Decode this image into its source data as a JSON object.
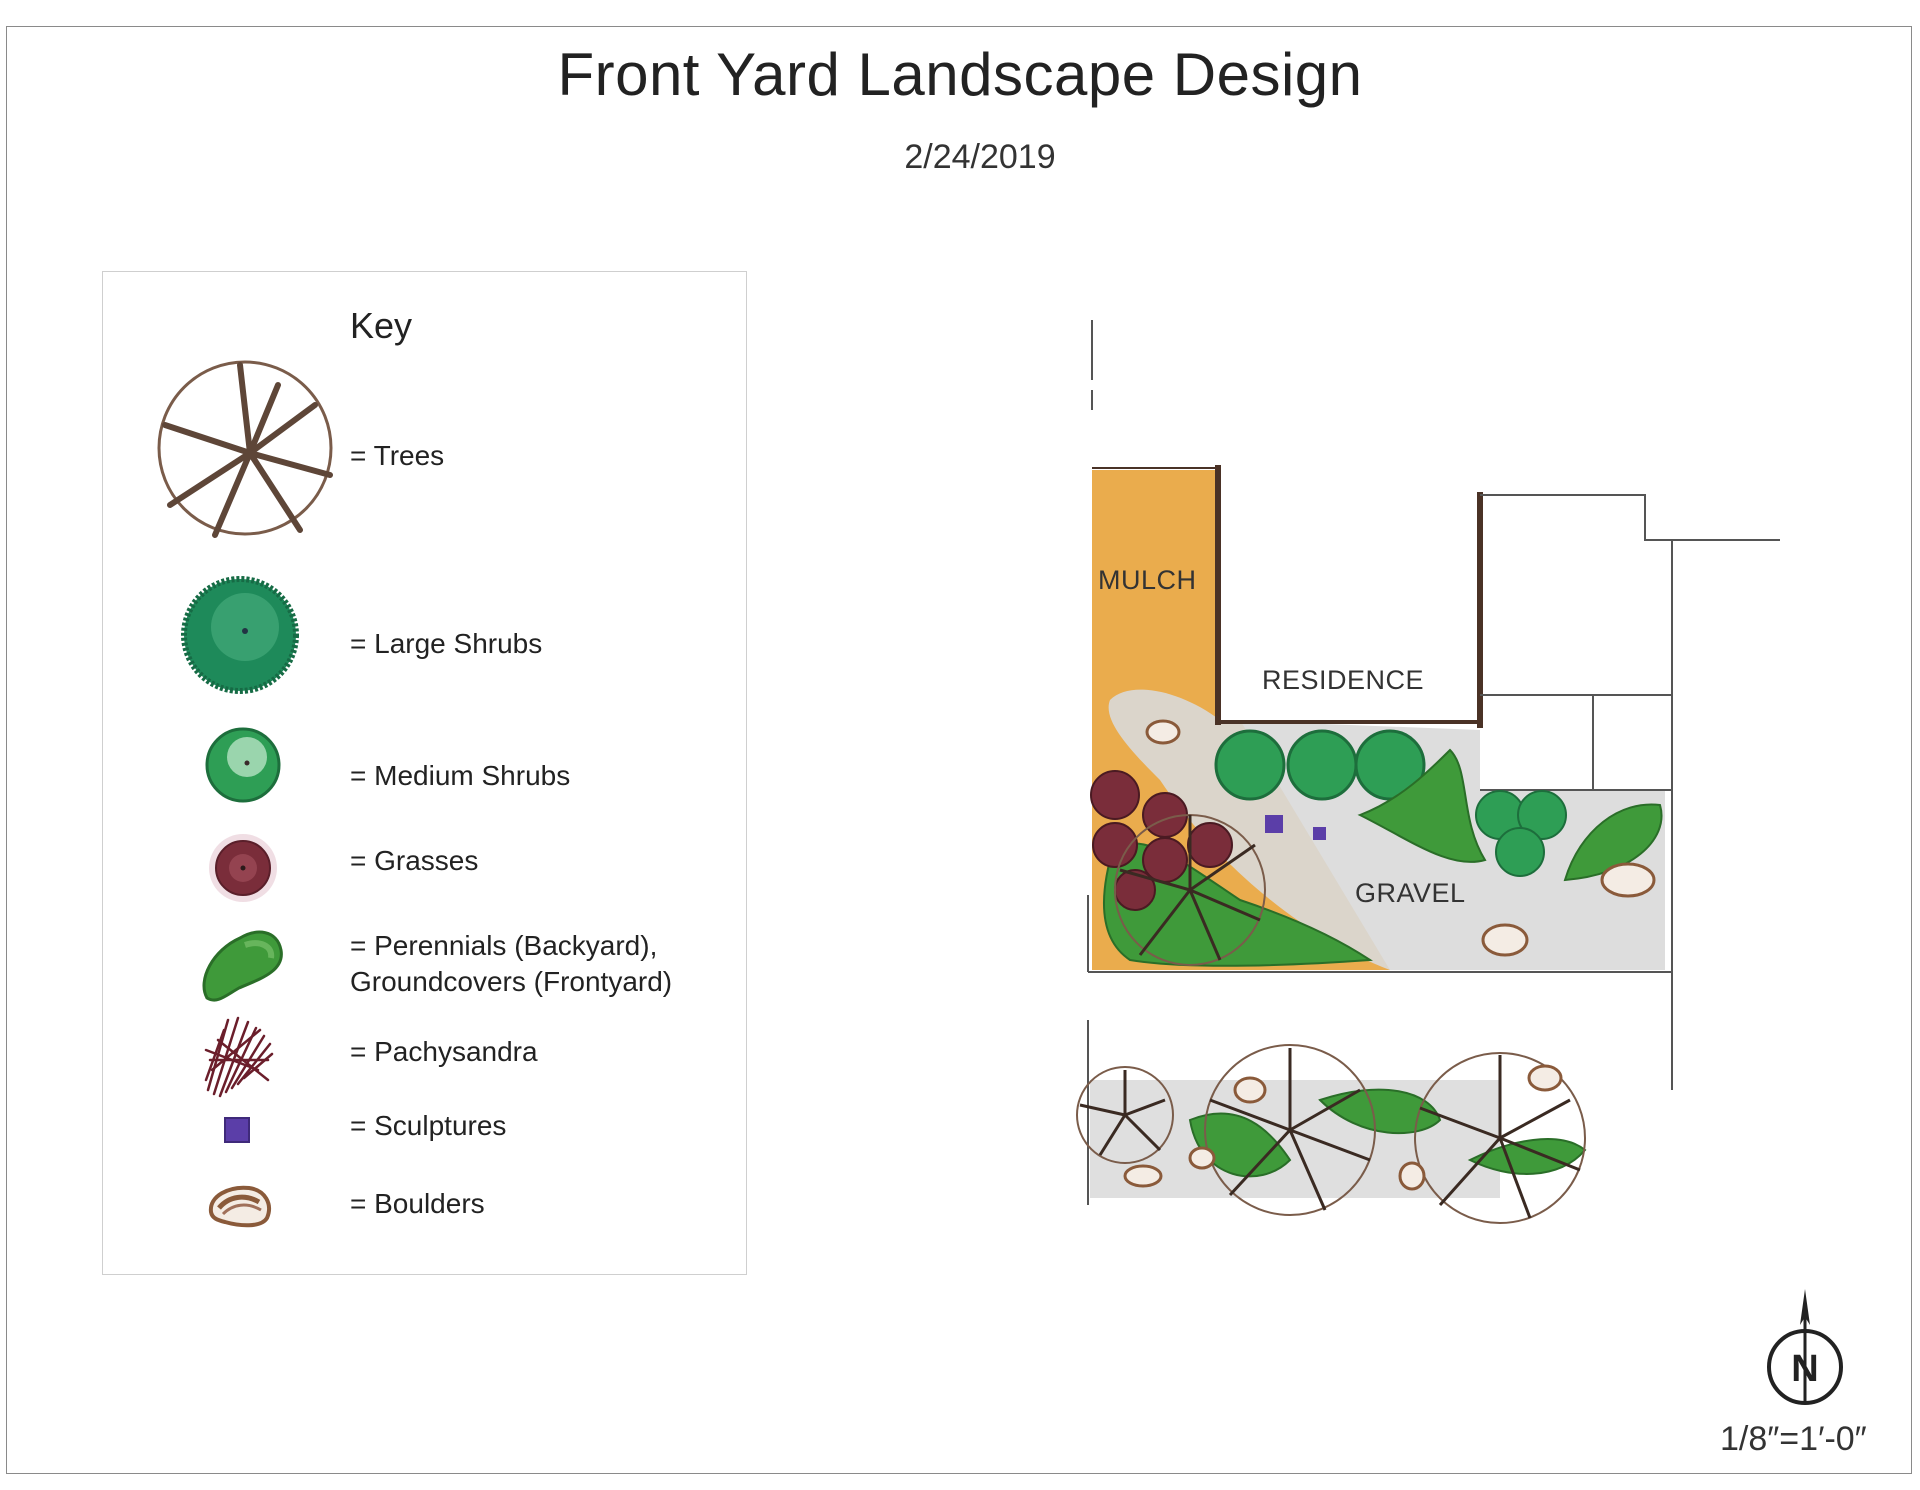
{
  "header": {
    "title": "Front Yard Landscape Design",
    "date": "2/24/2019"
  },
  "key": {
    "title": "Key",
    "items": [
      {
        "symbol": "tree-icon",
        "label": "= Trees"
      },
      {
        "symbol": "large-shrub-icon",
        "label": "= Large Shrubs"
      },
      {
        "symbol": "medium-shrub-icon",
        "label": "= Medium Shrubs"
      },
      {
        "symbol": "grass-icon",
        "label": "= Grasses"
      },
      {
        "symbol": "perennial-icon",
        "label_line1": "= Perennials (Backyard),",
        "label_line2": "Groundcovers (Frontyard)"
      },
      {
        "symbol": "pachysandra-icon",
        "label": "= Pachysandra"
      },
      {
        "symbol": "sculpture-icon",
        "label": "= Sculptures"
      },
      {
        "symbol": "boulder-icon",
        "label": "= Boulders"
      }
    ]
  },
  "plan": {
    "labels": {
      "mulch": "MULCH",
      "residence": "RESIDENCE",
      "gravel": "GRAVEL"
    }
  },
  "footer": {
    "north_letter": "N",
    "scale": "1/8″=1′-0″"
  },
  "colors": {
    "mulch": "#e8a33a",
    "gravel": "#d9d9d9",
    "wall": "#4a3226",
    "large_shrub": "#1e8a5a",
    "medium_shrub": "#2e9e55",
    "grass": "#7a2d3a",
    "perennial": "#3f9a3a",
    "pachysandra": "#6b1e2b",
    "sculpture": "#5b3ea8",
    "boulder": "#8a5a3a",
    "tree_outline": "#7a5c4a"
  }
}
